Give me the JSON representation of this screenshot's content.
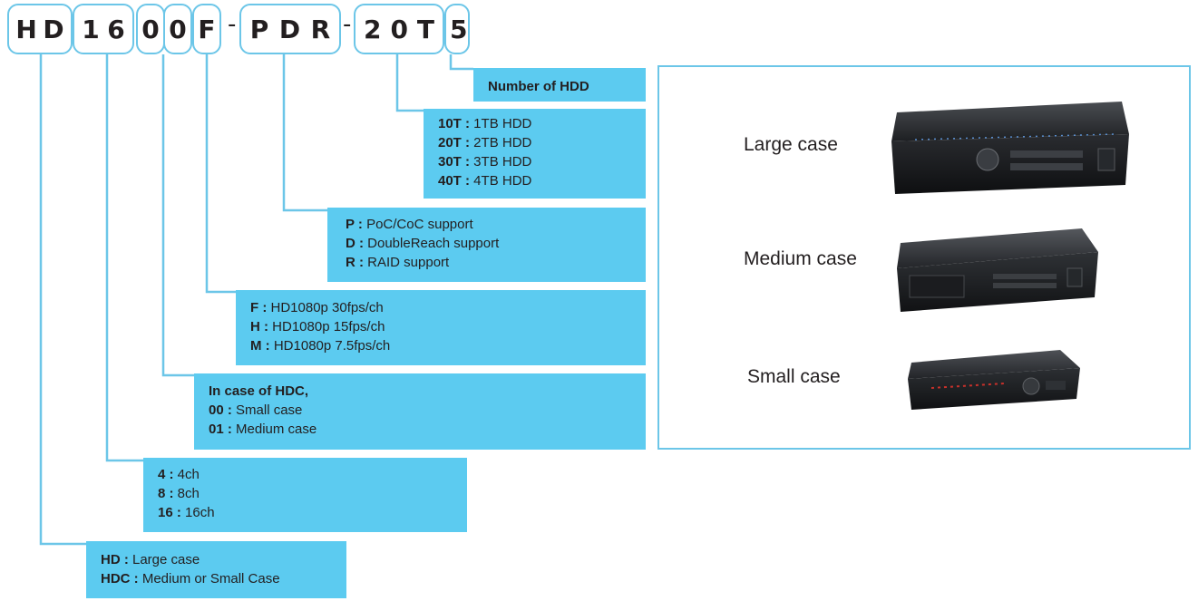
{
  "model_code": {
    "segments": [
      {
        "chars": [
          "H",
          "D"
        ]
      },
      {
        "chars": [
          "1",
          "6"
        ]
      },
      {
        "chars": [
          "0"
        ]
      },
      {
        "chars": [
          "0"
        ]
      },
      {
        "chars": [
          "F"
        ]
      },
      {
        "chars": [
          "P",
          "D",
          "R"
        ]
      },
      {
        "chars": [
          "2",
          "0",
          "T"
        ]
      },
      {
        "chars": [
          "5"
        ]
      }
    ],
    "separator": "-"
  },
  "boxes": {
    "hdd_count": {
      "title": "Number of HDD"
    },
    "hdd_size": {
      "rows": [
        {
          "key": "10T :",
          "value": " 1TB HDD"
        },
        {
          "key": "20T :",
          "value": " 2TB HDD"
        },
        {
          "key": "30T :",
          "value": " 3TB HDD"
        },
        {
          "key": "40T :",
          "value": " 4TB HDD"
        }
      ]
    },
    "features": {
      "rows": [
        {
          "key": "P :",
          "value": " PoC/CoC support"
        },
        {
          "key": "D :",
          "value": " DoubleReach support"
        },
        {
          "key": "R :",
          "value": " RAID support"
        }
      ]
    },
    "frame_rate": {
      "rows": [
        {
          "key": "F :",
          "value": " HD1080p 30fps/ch"
        },
        {
          "key": "H :",
          "value": " HD1080p 15fps/ch"
        },
        {
          "key": "M :",
          "value": " HD1080p 7.5fps/ch"
        }
      ]
    },
    "hdc_case": {
      "title": "In case of HDC,",
      "rows": [
        {
          "key": "00 :",
          "value": " Small case"
        },
        {
          "key": "01 :",
          "value": " Medium case"
        }
      ]
    },
    "channels": {
      "rows": [
        {
          "key": "4 :",
          "value": " 4ch"
        },
        {
          "key": "8 :",
          "value": " 8ch"
        },
        {
          "key": "16 :",
          "value": " 16ch"
        }
      ]
    },
    "series": {
      "rows": [
        {
          "key": "HD :",
          "value": " Large case"
        },
        {
          "key": "HDC :",
          "value": " Medium or Small Case"
        }
      ]
    }
  },
  "cases": {
    "large": "Large case",
    "medium": "Medium case",
    "small": "Small case"
  },
  "colors": {
    "accent": "#5ccbf0",
    "line": "#6cc6e8",
    "text": "#231f20"
  }
}
